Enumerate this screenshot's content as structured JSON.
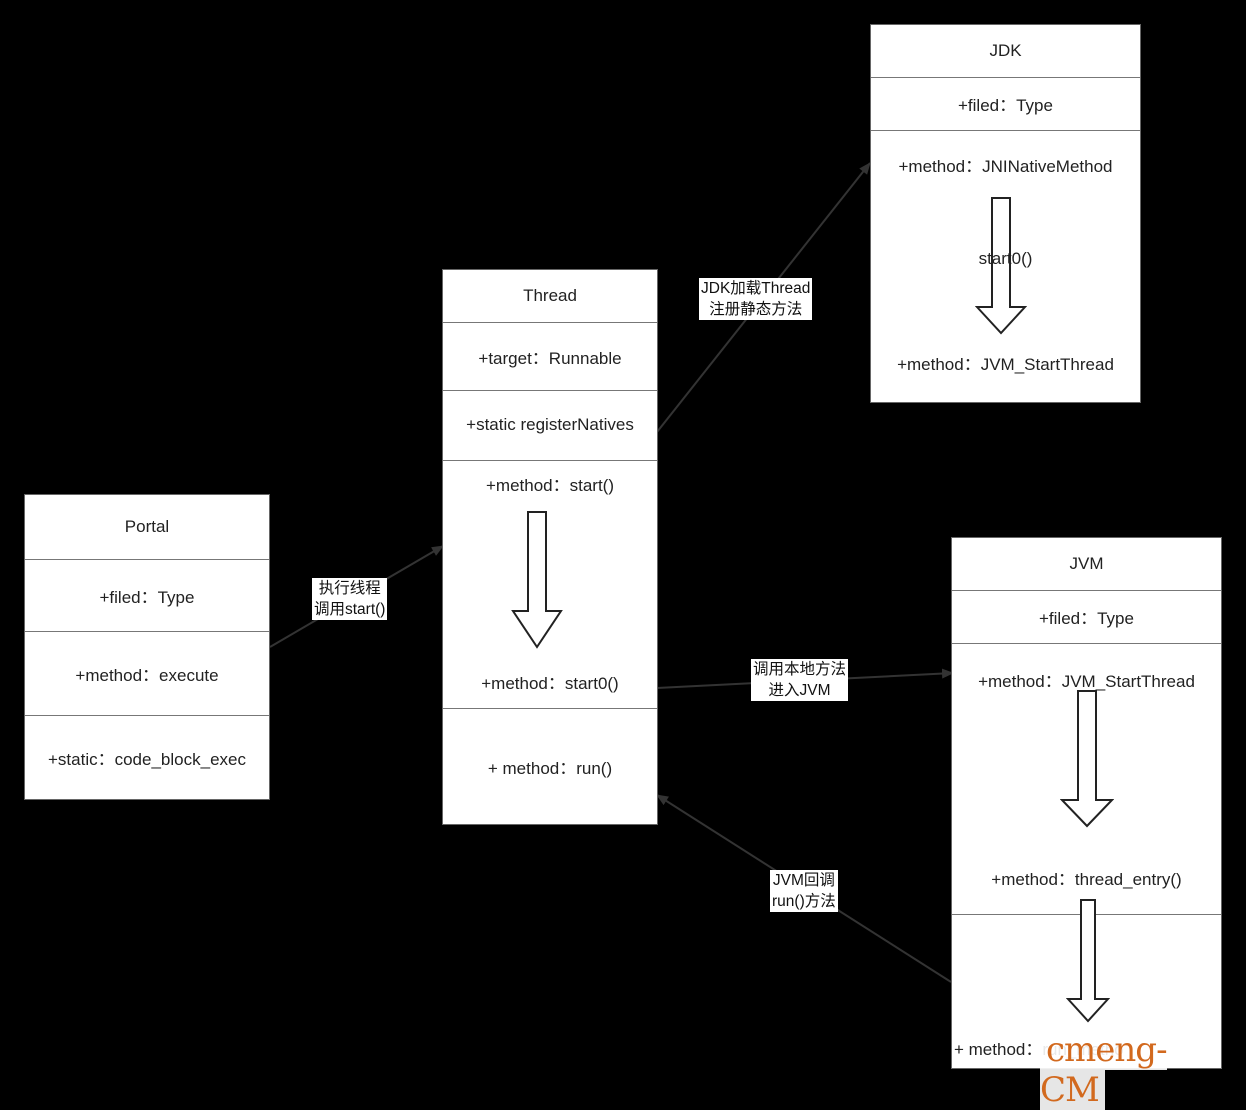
{
  "portal": {
    "title": "Portal",
    "field": "+filed：Type",
    "method": "+method：execute",
    "static": "+static：code_block_exec"
  },
  "thread": {
    "title": "Thread",
    "target": "+target：Runnable",
    "register": "+static registerNatives",
    "start": "+method：start()",
    "start0": "+method：start0()",
    "run": "+ method：run()"
  },
  "jdk": {
    "title": "JDK",
    "field": "+filed：Type",
    "method_jni": "+method：JNINativeMethod",
    "start0_label": "start0()",
    "method_jvm_start": "+method：JVM_StartThread"
  },
  "jvm": {
    "title": "JVM",
    "field": "+filed：Type",
    "method_start": "+method：JVM_StartThread",
    "method_entry": "+method：thread_entry()",
    "method_run": "+ method：run_metho"
  },
  "edges": {
    "portal_thread_line1": "执行线程",
    "portal_thread_line2": "调用start()",
    "thread_jdk_line1": "JDK加载Thread",
    "thread_jdk_line2": "注册静态方法",
    "thread_jvm_line1": "调用本地方法",
    "thread_jvm_line2": "进入JVM",
    "jvm_thread_line1": "JVM回调",
    "jvm_thread_line2": "run()方法"
  },
  "watermark": "cmeng-CM",
  "colors": {
    "background": "#000000",
    "box": "#ffffff",
    "edge": "#333333",
    "watermark": "#d2691e"
  }
}
